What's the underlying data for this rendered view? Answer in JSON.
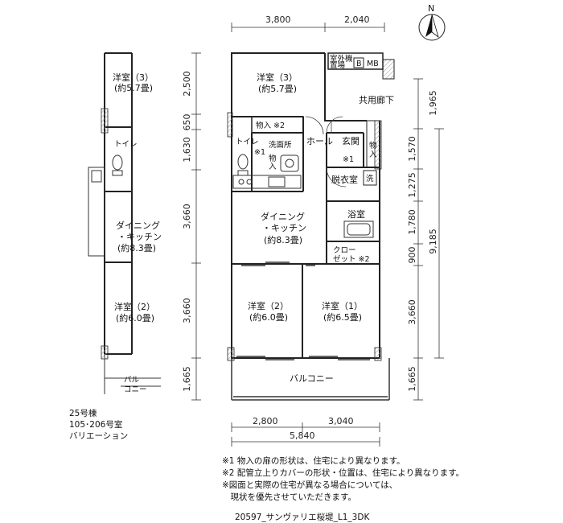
{
  "dimensions": {
    "top": [
      "3,800",
      "2,040"
    ],
    "bottom_parts": [
      "2,800",
      "3,040"
    ],
    "bottom_total": "5,840",
    "left": [
      "2,500",
      "650",
      "1,630",
      "3,660",
      "3,660",
      "1,665"
    ],
    "right": [
      "1,965",
      "1,570",
      "1,275",
      "1,780",
      "900",
      "3,660",
      "1,665"
    ],
    "right_total": "9,185"
  },
  "rooms": {
    "western3_title": "洋室（3）",
    "western3_size": "(約5.7畳)",
    "storage1": "物入 ※2",
    "toilet": "トイレ",
    "toilet_note": "※1",
    "washroom": "洗面所",
    "storage_small": "物",
    "storage_small2": "入",
    "hall": "ホール",
    "entrance": "玄関",
    "entrance_note": "※1",
    "entrance_storage1": "物",
    "entrance_storage2": "入",
    "meter_label": "室外機",
    "meter_storage": "置場",
    "b_label": "B",
    "mb_label": "MB",
    "corridor": "共用廊下",
    "dressing": "脱衣室",
    "laundry": "洗",
    "bath": "浴室",
    "dk_title1": "ダイニング",
    "dk_title2": "・キッチン",
    "dk_size": "(約8.3畳)",
    "closet1": "クロー",
    "closet2": "ゼット ※2",
    "western2_title": "洋室（2）",
    "western2_size": "(約6.0畳)",
    "western1_title": "洋室（1）",
    "western1_size": "(約6.5畳)",
    "balcony": "バルコニー"
  },
  "variation": {
    "western3_title": "洋室（3）",
    "western3_size": "(約5.7畳)",
    "toilet": "トイレ",
    "dk_title1": "ダイニング",
    "dk_title2": "・キッチン",
    "dk_size": "(約8.3畳)",
    "western2_title": "洋室（2）",
    "western2_size": "(約6.0畳)",
    "balcony1": "バル",
    "balcony2": "コニー",
    "caption1": "25号棟",
    "caption2": "105･206号室",
    "caption3": "バリエーション"
  },
  "north_label": "N",
  "notes": [
    "※1  物入の扉の形状は、住宅により異なります。",
    "※2  配管立上りカバーの形状・位置は、住宅により異なります。",
    "※図面と実際の住宅が異なる場合については、",
    "　現状を優先させていただきます。"
  ],
  "plan_code": "20597_サンヴァリエ桜堤_L1_3DK"
}
